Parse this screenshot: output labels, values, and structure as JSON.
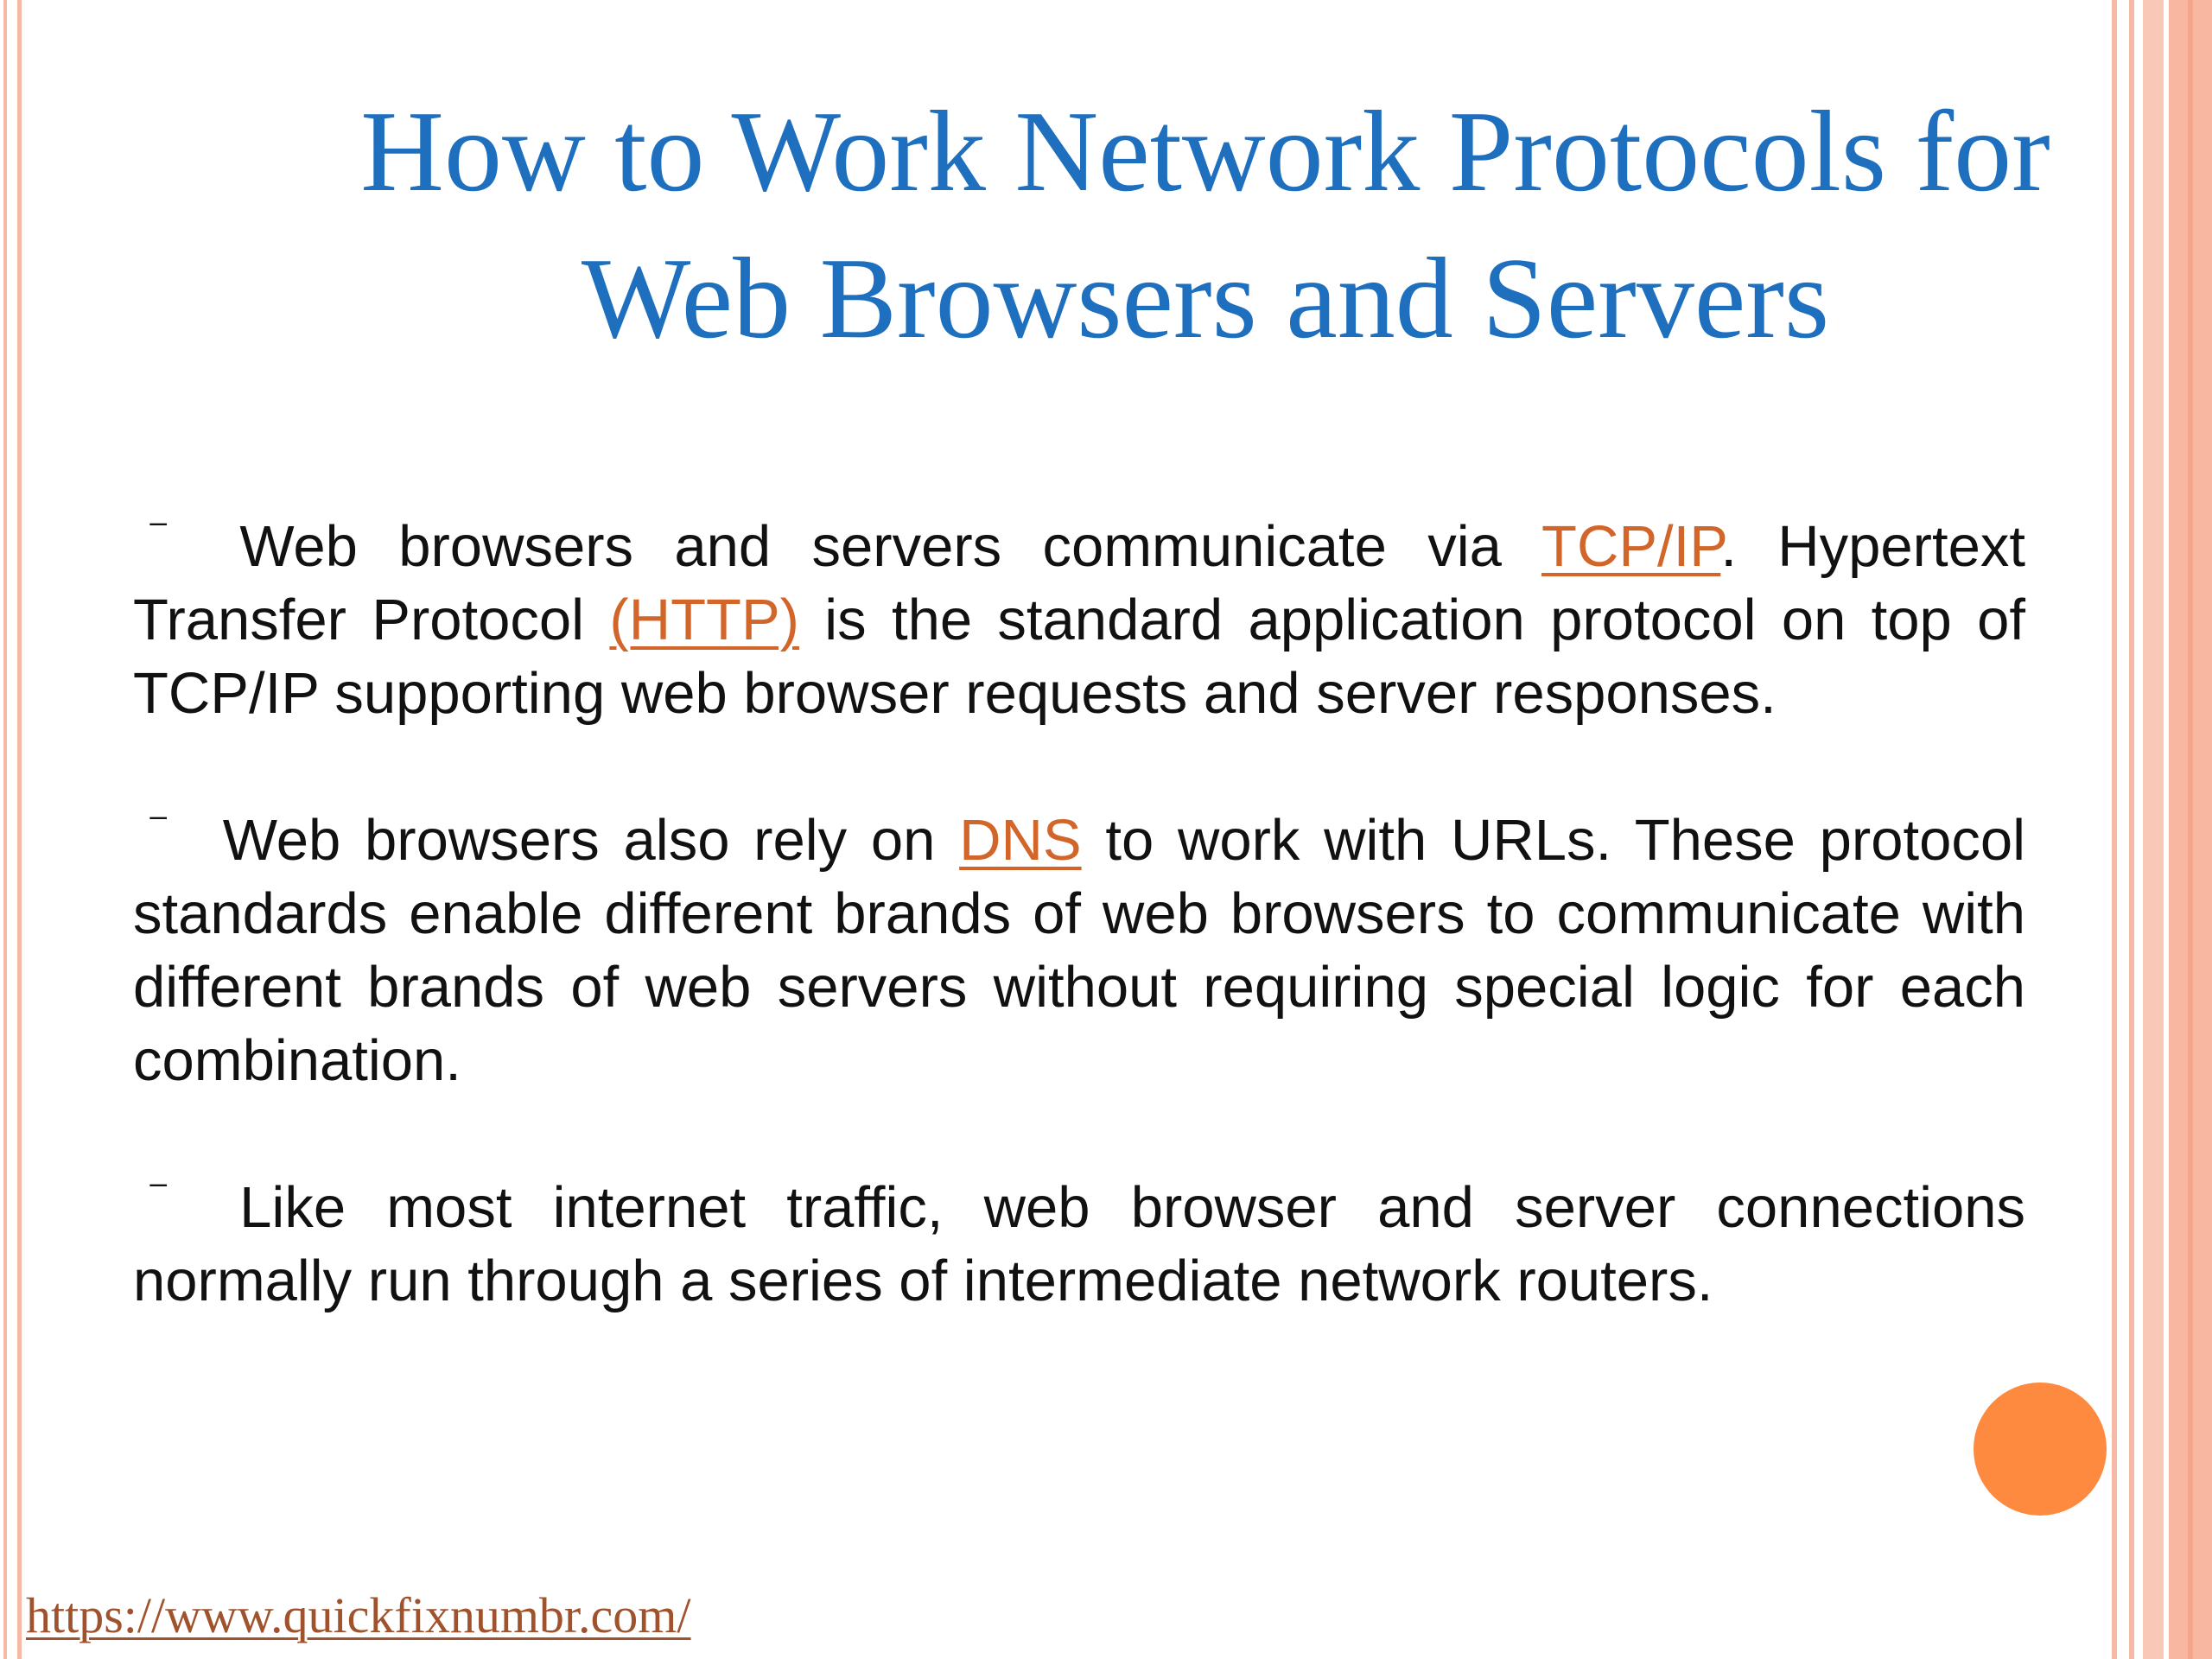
{
  "slide": {
    "title_line1": "How to Work Network Protocols for",
    "title_line2": "Web Browsers and Servers",
    "bullet_symbol": "⁻",
    "paragraphs": [
      {
        "before_link": " Web browsers and servers communicate via ",
        "link": "TCP/IP",
        "after_link": ". Hypertext Transfer Protocol ",
        "link2": "(HTTP)",
        "after_link2": " is the standard application protocol on top of TCP/IP supporting web browser requests and server responses."
      },
      {
        "before_link": " Web browsers also rely on ",
        "link": "DNS",
        "after_link": " to work with URLs. These protocol standards enable different brands of web browsers to communicate with different brands of web servers without requiring special logic for each combination."
      },
      {
        "text": " Like most internet traffic, web browser and server connections normally run through a series of intermediate network routers."
      }
    ],
    "footer_url": "https://www.quickfixnumbr.com/"
  },
  "colors": {
    "title": "#1f6fbf",
    "link": "#d2662a",
    "footer_link": "#a0522d",
    "accent_dot": "#fd8a3f",
    "border": "#f6b9a6"
  }
}
